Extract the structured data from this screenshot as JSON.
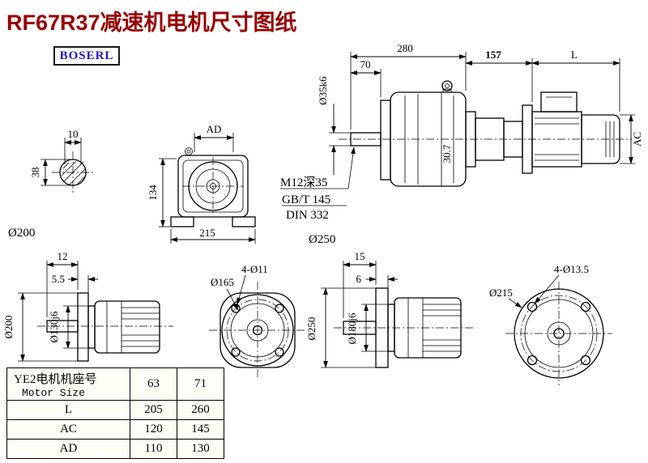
{
  "page": {
    "title": "RF67R37减速机电机尺寸图纸",
    "logo": "BOSERL"
  },
  "floating": {
    "left_label": "Ø200",
    "mid_label": "Ø250"
  },
  "shaft_view": {
    "key_width": "10",
    "diameter": "38"
  },
  "front_view": {
    "width_top": "AD",
    "height": "134",
    "width": "215"
  },
  "main_view": {
    "overall": "280",
    "shaft_len": "70",
    "mid_len": "157",
    "motor_len": "L",
    "shaft_dia": "Ø35k6",
    "motor_dia": "AC",
    "inner_dim": "30.7",
    "note_thread": "M12深35",
    "note_gb": "GB/T 145",
    "note_din": "DIN 332"
  },
  "view1": {
    "dim_a": "12",
    "dim_b": "5.5",
    "flange_dia": "Ø200",
    "spigot_dia": "Ø130j6"
  },
  "view2": {
    "holes": "4-Ø11",
    "pilot_dia": "Ø165"
  },
  "view3": {
    "dim_a": "15",
    "dim_b": "6",
    "flange_dia": "Ø250",
    "spigot_dia": "Ø180j6"
  },
  "view4": {
    "holes": "4-Ø13.5",
    "outer_dia": "Ø215"
  },
  "table": {
    "header_cn": "YE2电机机座号",
    "header_en": "Motor Size",
    "sizes": [
      "63",
      "71"
    ],
    "rows": [
      {
        "label": "L",
        "values": [
          "205",
          "260"
        ]
      },
      {
        "label": "AC",
        "values": [
          "120",
          "145"
        ]
      },
      {
        "label": "AD",
        "values": [
          "110",
          "130"
        ]
      }
    ]
  }
}
